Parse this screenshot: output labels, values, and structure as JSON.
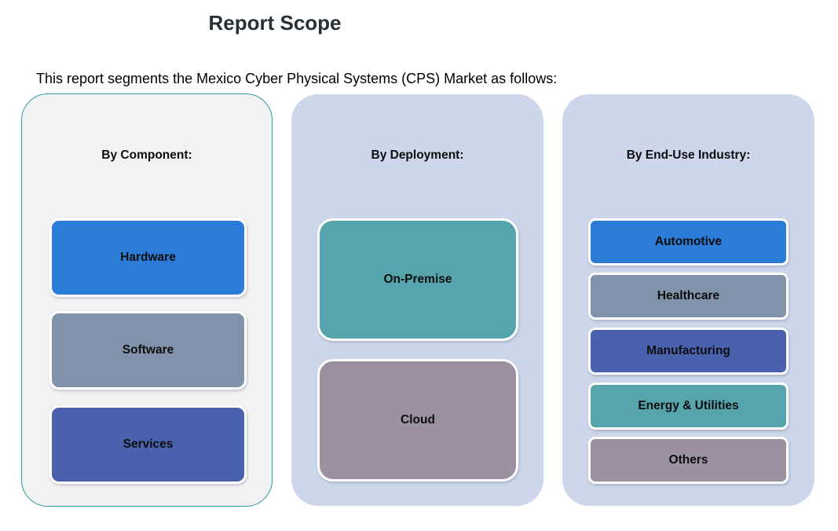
{
  "title": "Report Scope",
  "subtitle": "This report segments the Mexico Cyber Physical Systems (CPS) Market as follows:",
  "palette": {
    "panel_left_bg": "#f2f2f2",
    "panel_left_border": "#2d9aa1",
    "panel_bg": "#cdd6ea",
    "box_border": "#ffffff",
    "blue": "#2b7cd6",
    "gray_blue": "#8193ab",
    "indigo": "#4a62ae",
    "teal": "#57a5ac",
    "mauve": "#9b91a0"
  },
  "columns": [
    {
      "header": "By Component:",
      "items": [
        {
          "label": "Hardware",
          "color": "#2b7cd6"
        },
        {
          "label": "Software",
          "color": "#8193ab"
        },
        {
          "label": "Services",
          "color": "#4a62ae"
        }
      ]
    },
    {
      "header": "By Deployment:",
      "items": [
        {
          "label": "On-Premise",
          "color": "#57a5ac"
        },
        {
          "label": "Cloud",
          "color": "#9b91a0"
        }
      ]
    },
    {
      "header": "By End-Use Industry:",
      "items": [
        {
          "label": "Automotive",
          "color": "#2b7cd6"
        },
        {
          "label": "Healthcare",
          "color": "#8193ab"
        },
        {
          "label": "Manufacturing",
          "color": "#4a62ae"
        },
        {
          "label": "Energy & Utilities",
          "color": "#57a5ac"
        },
        {
          "label": "Others",
          "color": "#9b91a0"
        }
      ]
    }
  ]
}
